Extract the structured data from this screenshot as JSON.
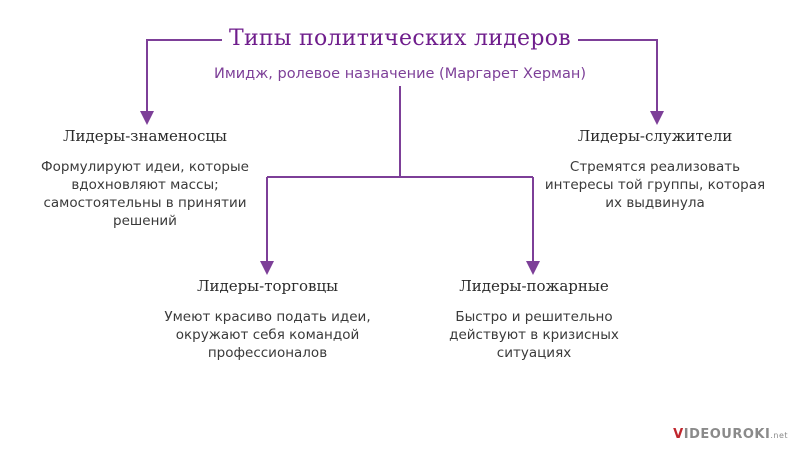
{
  "title": "Типы политических лидеров",
  "subtitle": "Имидж, ролевое назначение (Маргарет Херман)",
  "colors": {
    "accent": "#6f1d8c",
    "connector": "#7d3f98",
    "text": "#2a2a2a",
    "logo_red": "#c0262d"
  },
  "types": [
    {
      "name": "Лидеры-знаменосцы",
      "description": "Формулируют идеи, которые вдохновляют массы; самостоятельны в принятии решений"
    },
    {
      "name": "Лидеры-служители",
      "description": "Стремятся реализовать интересы той группы, которая их выдвинула"
    },
    {
      "name": "Лидеры-торговцы",
      "description": "Умеют красиво подать идеи, окружают себя командой профессионалов"
    },
    {
      "name": "Лидеры-пожарные",
      "description": "Быстро и решительно действуют в кризисных ситуациях"
    }
  ],
  "logo": {
    "first_letter": "V",
    "rest": "IDEOUROKI",
    "suffix": ".net"
  }
}
